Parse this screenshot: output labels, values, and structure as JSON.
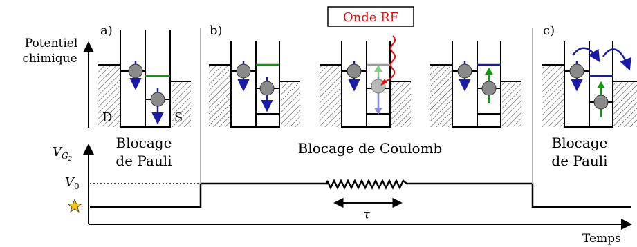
{
  "axis": {
    "y_label_line1": "Potentiel",
    "y_label_line2": "chimique",
    "voltage_label": "V",
    "voltage_sub": "G",
    "voltage_subsub": "2",
    "v0_label": "V",
    "v0_sub": "0",
    "time_label": "Temps",
    "tau_label": "τ"
  },
  "panels": {
    "a": {
      "letter": "a)",
      "caption_line1": "Blocage",
      "caption_line2": "de Pauli",
      "drain": "D",
      "source": "S"
    },
    "b": {
      "letter": "b)",
      "caption": "Blocage de Coulomb",
      "rf_label": "Onde RF"
    },
    "c": {
      "letter": "c)",
      "caption_line1": "Blocage",
      "caption_line2": "de Pauli"
    }
  },
  "colors": {
    "spin_down": "#1a1aa8",
    "spin_up": "#0a9a0a",
    "rf": "#e01010",
    "level_green": "#0a9a0a",
    "level_blue": "#1a1aa8",
    "electron": "#8a8a8a",
    "star": "#f5c518",
    "divider": "#b0b0b0"
  },
  "icons": {
    "star": "star-icon",
    "electron": "electron-dot"
  }
}
